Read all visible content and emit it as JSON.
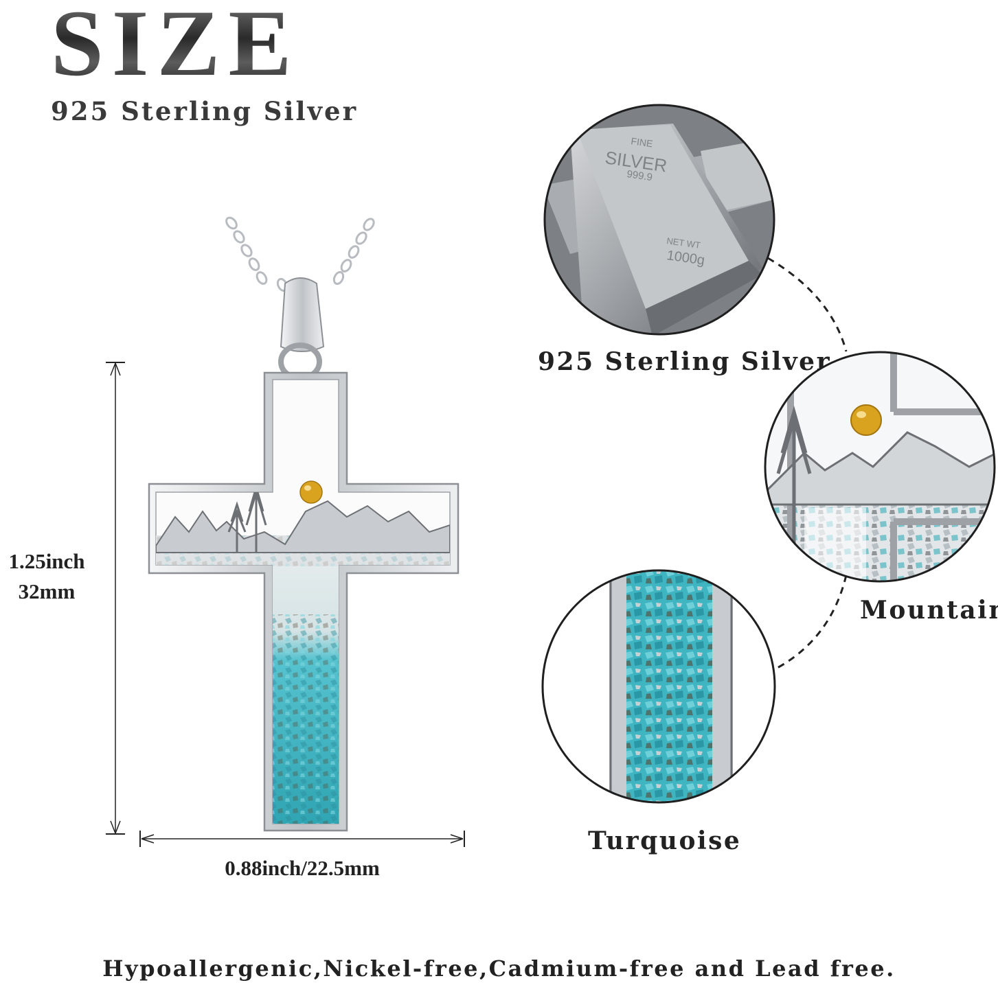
{
  "header": {
    "title": "SIZE",
    "subtitle": "925 Sterling Silver"
  },
  "dimensions": {
    "height_inch": "1.25inch",
    "height_mm": "32mm",
    "width": "0.88inch/22.5mm"
  },
  "callouts": [
    {
      "label": "925 Sterling Silver"
    },
    {
      "label": "Mountain"
    },
    {
      "label": "Turquoise"
    }
  ],
  "silver_bar": {
    "line1": "FINE",
    "line2": "SILVER",
    "line3": "999.9",
    "line4": "NET WT",
    "line5": "1000g"
  },
  "footer": {
    "text": "Hypoallergenic,Nickel-free,Cadmium-free and Lead free."
  },
  "colors": {
    "silver": "#d9dbdd",
    "silver_dark": "#8c9095",
    "turquoise": "#3fb5c2",
    "gold": "#d9a21f",
    "text": "#222222"
  }
}
